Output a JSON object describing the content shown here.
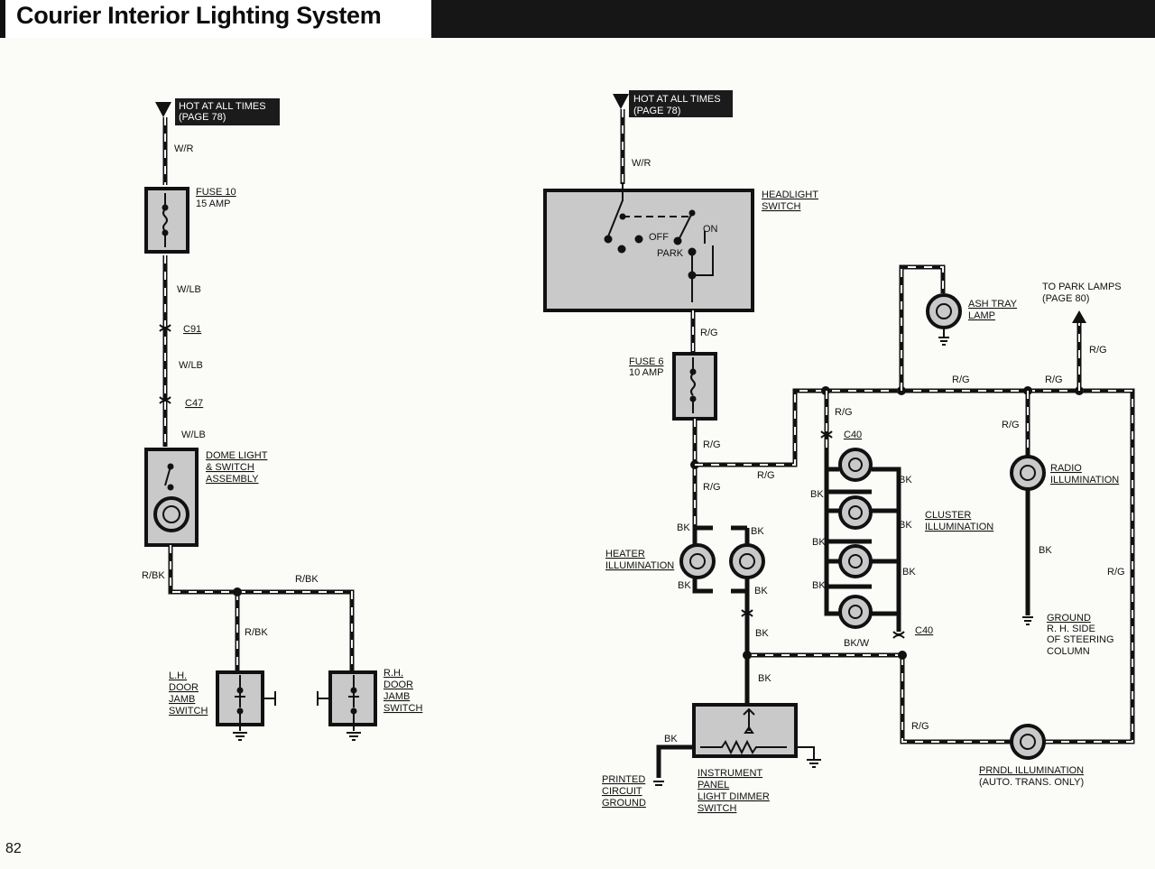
{
  "page": {
    "title": "Courier Interior Lighting System",
    "number": "82"
  },
  "left": {
    "hot": [
      "HOT AT ALL TIMES",
      "(PAGE 78)"
    ],
    "w1": "W/R",
    "fuse": [
      "FUSE 10",
      "15 AMP"
    ],
    "w2": "W/LB",
    "c91": "C91",
    "w3": "W/LB",
    "c47": "C47",
    "w4": "W/LB",
    "dome": [
      "DOME LIGHT",
      "& SWITCH",
      "ASSEMBLY"
    ],
    "rbk1": "R/BK",
    "rbk2": "R/BK",
    "rbk3": "R/BK",
    "lh": [
      "L.H.",
      "DOOR",
      "JAMB",
      "SWITCH"
    ],
    "rh": [
      "R.H.",
      "DOOR",
      "JAMB",
      "SWITCH"
    ]
  },
  "right": {
    "hot": [
      "HOT AT ALL TIMES",
      "(PAGE 78)"
    ],
    "w1": "W/R",
    "headlight": [
      "HEADLIGHT",
      "SWITCH"
    ],
    "off": "OFF",
    "on": "ON",
    "park": "PARK",
    "rg_a": "R/G",
    "fuse": [
      "FUSE 6",
      "10 AMP"
    ],
    "rg_b": "R/G",
    "rg_c": "R/G",
    "rg_d": "R/G",
    "ashtray": [
      "ASH TRAY",
      "LAMP"
    ],
    "park_lamps": [
      "TO PARK LAMPS",
      "(PAGE 80)"
    ],
    "rg_e": "R/G",
    "rg_f": "R/G",
    "rg_g": "R/G",
    "rg_h": "R/G",
    "rg_i": "R/G",
    "c40_top": "C40",
    "radio": [
      "RADIO",
      "ILLUMINATION"
    ],
    "cluster": [
      "CLUSTER",
      "ILLUMINATION"
    ],
    "heater": [
      "HEATER",
      "ILLUMINATION"
    ],
    "bk_labels": [
      "BK",
      "BK",
      "BK",
      "BK",
      "BK",
      "BK",
      "BK",
      "BK",
      "BK",
      "BK",
      "BK",
      "BK",
      "BK"
    ],
    "ground": [
      "GROUND",
      "R. H. SIDE",
      "OF STEERING",
      "COLUMN"
    ],
    "bkw": "BK/W",
    "c40_bot": "C40",
    "rg_j": "R/G",
    "rg_k": "R/G",
    "dimmer": [
      "INSTRUMENT",
      "PANEL",
      "LIGHT DIMMER",
      "SWITCH"
    ],
    "pcg": [
      "PRINTED",
      "CIRCUIT",
      "GROUND"
    ],
    "prndl": [
      "PRNDL ILLUMINATION",
      "(AUTO. TRANS. ONLY)"
    ]
  }
}
